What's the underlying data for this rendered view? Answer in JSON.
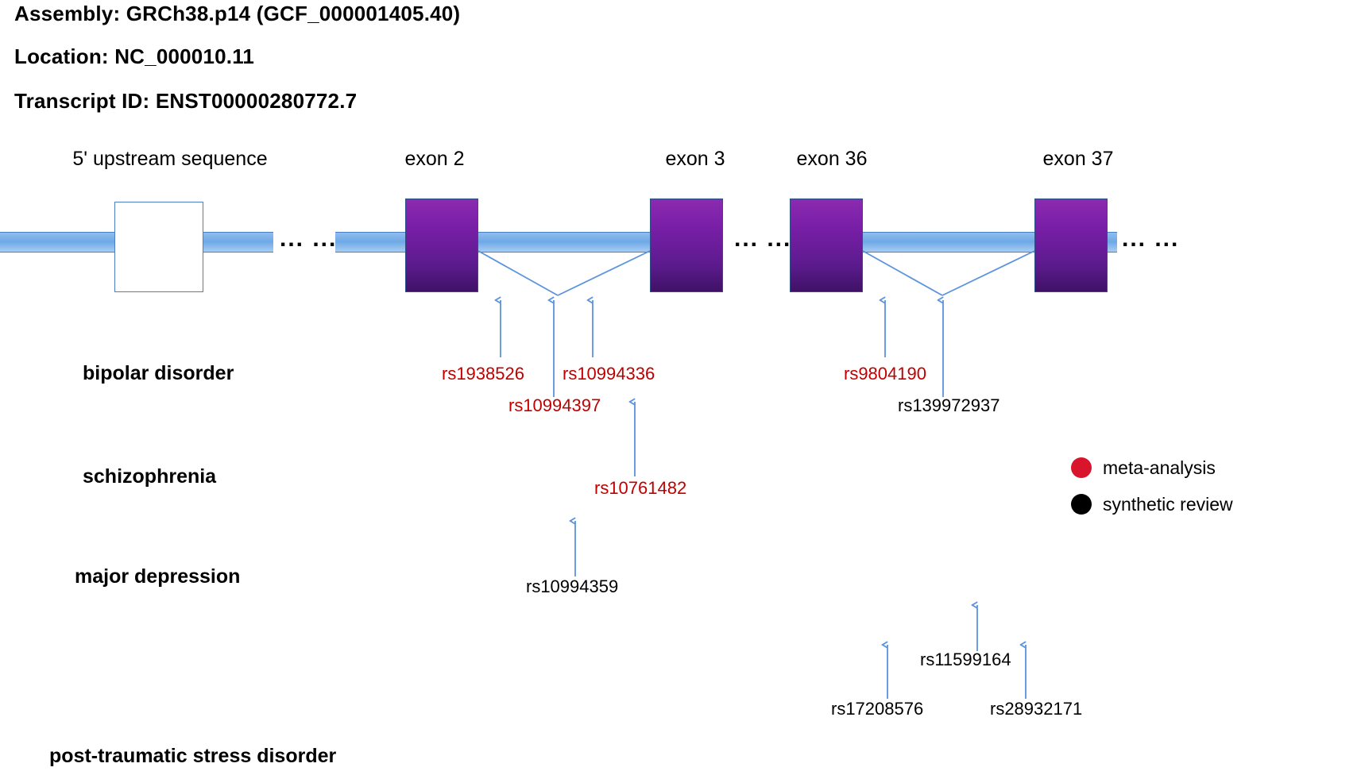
{
  "header": {
    "assembly": "Assembly: GRCh38.p14 (GCF_000001405.40)",
    "location": "Location: NC_000010.11",
    "transcript": "Transcript ID: ENST00000280772.7"
  },
  "gene_track": {
    "segments": [
      {
        "label": "5' upstream sequence",
        "type": "utr"
      },
      {
        "label": "exon 2",
        "type": "exon"
      },
      {
        "label": "exon 3",
        "type": "exon"
      },
      {
        "label": "exon 36",
        "type": "exon"
      },
      {
        "label": "exon 37",
        "type": "exon"
      }
    ],
    "ellipses": [
      "... ...",
      "... ...",
      "... ..."
    ],
    "colors": {
      "intron": "#6ea8e6",
      "exon_top": "#8b2bb0",
      "exon_bottom": "#3f1266",
      "outline": "#2b4f86"
    }
  },
  "disorders": [
    {
      "label": "bipolar disorder"
    },
    {
      "label": "schizophrenia"
    },
    {
      "label": "major depression"
    },
    {
      "label": "post-traumatic stress disorder"
    }
  ],
  "snps": {
    "bipolar": [
      {
        "id": "rs1938526",
        "evidence": "meta-analysis"
      },
      {
        "id": "rs10994397",
        "evidence": "meta-analysis"
      },
      {
        "id": "rs10994336",
        "evidence": "meta-analysis"
      },
      {
        "id": "rs9804190",
        "evidence": "meta-analysis"
      },
      {
        "id": "rs139972937",
        "evidence": "synthetic review"
      }
    ],
    "schizophrenia": [
      {
        "id": "rs10761482",
        "evidence": "meta-analysis"
      }
    ],
    "major_depression": [
      {
        "id": "rs10994359",
        "evidence": "synthetic review"
      }
    ],
    "ptsd": [
      {
        "id": "rs17208576",
        "evidence": "synthetic review"
      },
      {
        "id": "rs11599164",
        "evidence": "synthetic review"
      },
      {
        "id": "rs28932171",
        "evidence": "synthetic review"
      }
    ]
  },
  "legend": {
    "items": [
      {
        "label": "meta-analysis",
        "color": "#d9152b"
      },
      {
        "label": "synthetic review",
        "color": "#000000"
      }
    ]
  }
}
